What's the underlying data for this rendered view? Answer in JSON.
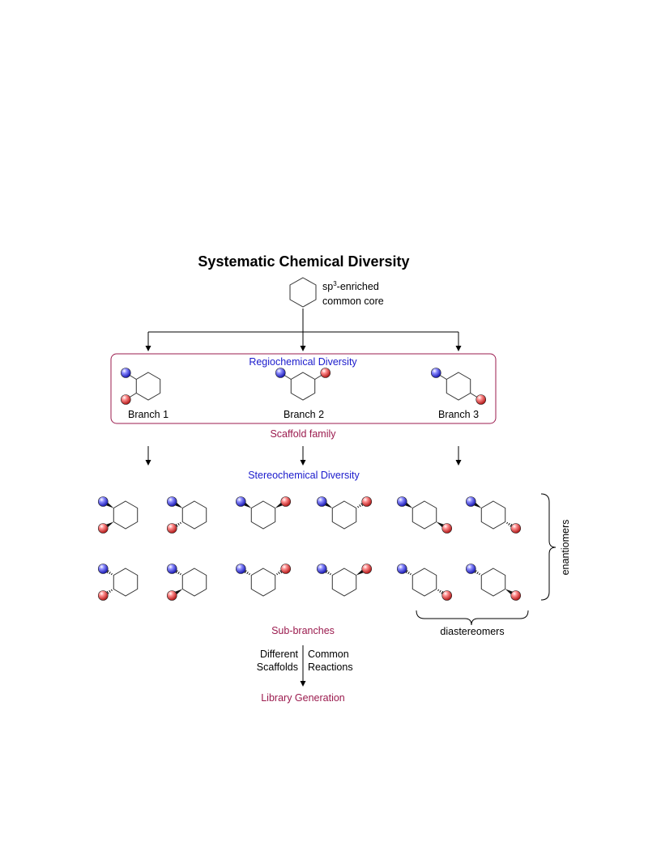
{
  "title": "Systematic Chemical Diversity",
  "core": {
    "line1_prefix": "sp",
    "line1_sup": "3",
    "line1_suffix": "-enriched",
    "line2": "common core"
  },
  "regio_title": "Regiochemical Diversity",
  "branches": [
    "Branch 1",
    "Branch 2",
    "Branch 3"
  ],
  "scaffold_label": "Scaffold family",
  "stereo_title": "Stereochemical Diversity",
  "enantiomers_label": "enantiomers",
  "diastereomers_label": "diastereomers",
  "subbranches_label": "Sub-branches",
  "left_text": [
    "Different",
    "Scaffolds"
  ],
  "right_text": [
    "Common",
    "Reactions"
  ],
  "library_label": "Library Generation",
  "colors": {
    "blue_sphere": "#3a3ad8",
    "red_sphere": "#d83a3a",
    "box_border": "#9b1b4e",
    "blue_text": "#1a1acc",
    "maroon_text": "#9b1b4e"
  }
}
